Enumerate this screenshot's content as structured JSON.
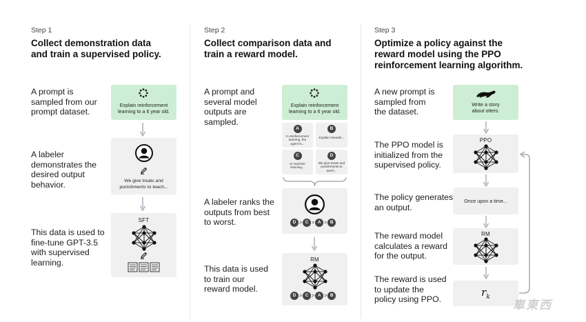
{
  "steps": [
    {
      "label": "Step 1",
      "title_lines": [
        "Collect demonstration data",
        "and train a supervised policy."
      ],
      "rows": [
        {
          "desc_lines": [
            "A prompt is",
            "sampled from our",
            "prompt dataset."
          ]
        },
        {
          "desc_lines": [
            "A labeler",
            "demonstrates the",
            "desired output",
            "behavior."
          ]
        },
        {
          "desc_lines": [
            "This data is used to",
            "fine-tune GPT-3.5",
            "with supervised",
            "learning."
          ]
        }
      ],
      "prompt_box_lines": [
        "Explain reinforcement",
        "learning to a 6 year old."
      ],
      "labeler_text_lines": [
        "We give treats and",
        "punishments to teach..."
      ],
      "model_label": "SFT"
    },
    {
      "label": "Step 2",
      "title_lines": [
        "Collect comparison data and",
        "train a reward model."
      ],
      "rows": [
        {
          "desc_lines": [
            "A prompt and",
            "several model",
            "outputs are",
            "sampled."
          ]
        },
        {
          "desc_lines": [
            "A labeler ranks the",
            "outputs from best",
            "to worst."
          ]
        },
        {
          "desc_lines": [
            "This data is used",
            "to train our",
            "reward model."
          ]
        }
      ],
      "prompt_box_lines": [
        "Explain reinforcement",
        "learning to a 6 year old."
      ],
      "outputs": [
        {
          "letter": "A",
          "text_lines": [
            "In reinforcement",
            "learning, the",
            "agent is..."
          ]
        },
        {
          "letter": "B",
          "text_lines": [
            "Explain rewards..."
          ]
        },
        {
          "letter": "C",
          "text_lines": [
            "In machine",
            "learning..."
          ]
        },
        {
          "letter": "D",
          "text_lines": [
            "We give treats and",
            "punishments to",
            "teach..."
          ]
        }
      ],
      "ranking": [
        "D",
        ">",
        "C",
        ">",
        "A",
        ">",
        "B"
      ],
      "model_label": "RM"
    },
    {
      "label": "Step 3",
      "title_lines": [
        "Optimize a policy against the",
        "reward model using the PPO",
        "reinforcement learning algorithm."
      ],
      "rows": [
        {
          "desc_lines": [
            "A new prompt is",
            "sampled from",
            "the dataset."
          ]
        },
        {
          "desc_lines": [
            "The PPO model is",
            "initialized from the",
            "supervised policy."
          ]
        },
        {
          "desc_lines": [
            "The policy generates",
            "an output."
          ]
        },
        {
          "desc_lines": [
            "The reward model",
            "calculates a reward",
            "for the output."
          ]
        },
        {
          "desc_lines": [
            "The reward is used",
            "to update the",
            "policy using PPO."
          ]
        }
      ],
      "prompt_box_lines": [
        "Write a story",
        "about otters."
      ],
      "ppo_label": "PPO",
      "output_text": "Once upon a time...",
      "rm_label": "RM",
      "reward_symbol": "r",
      "reward_subscript": "k"
    }
  ],
  "watermark": "車東西"
}
